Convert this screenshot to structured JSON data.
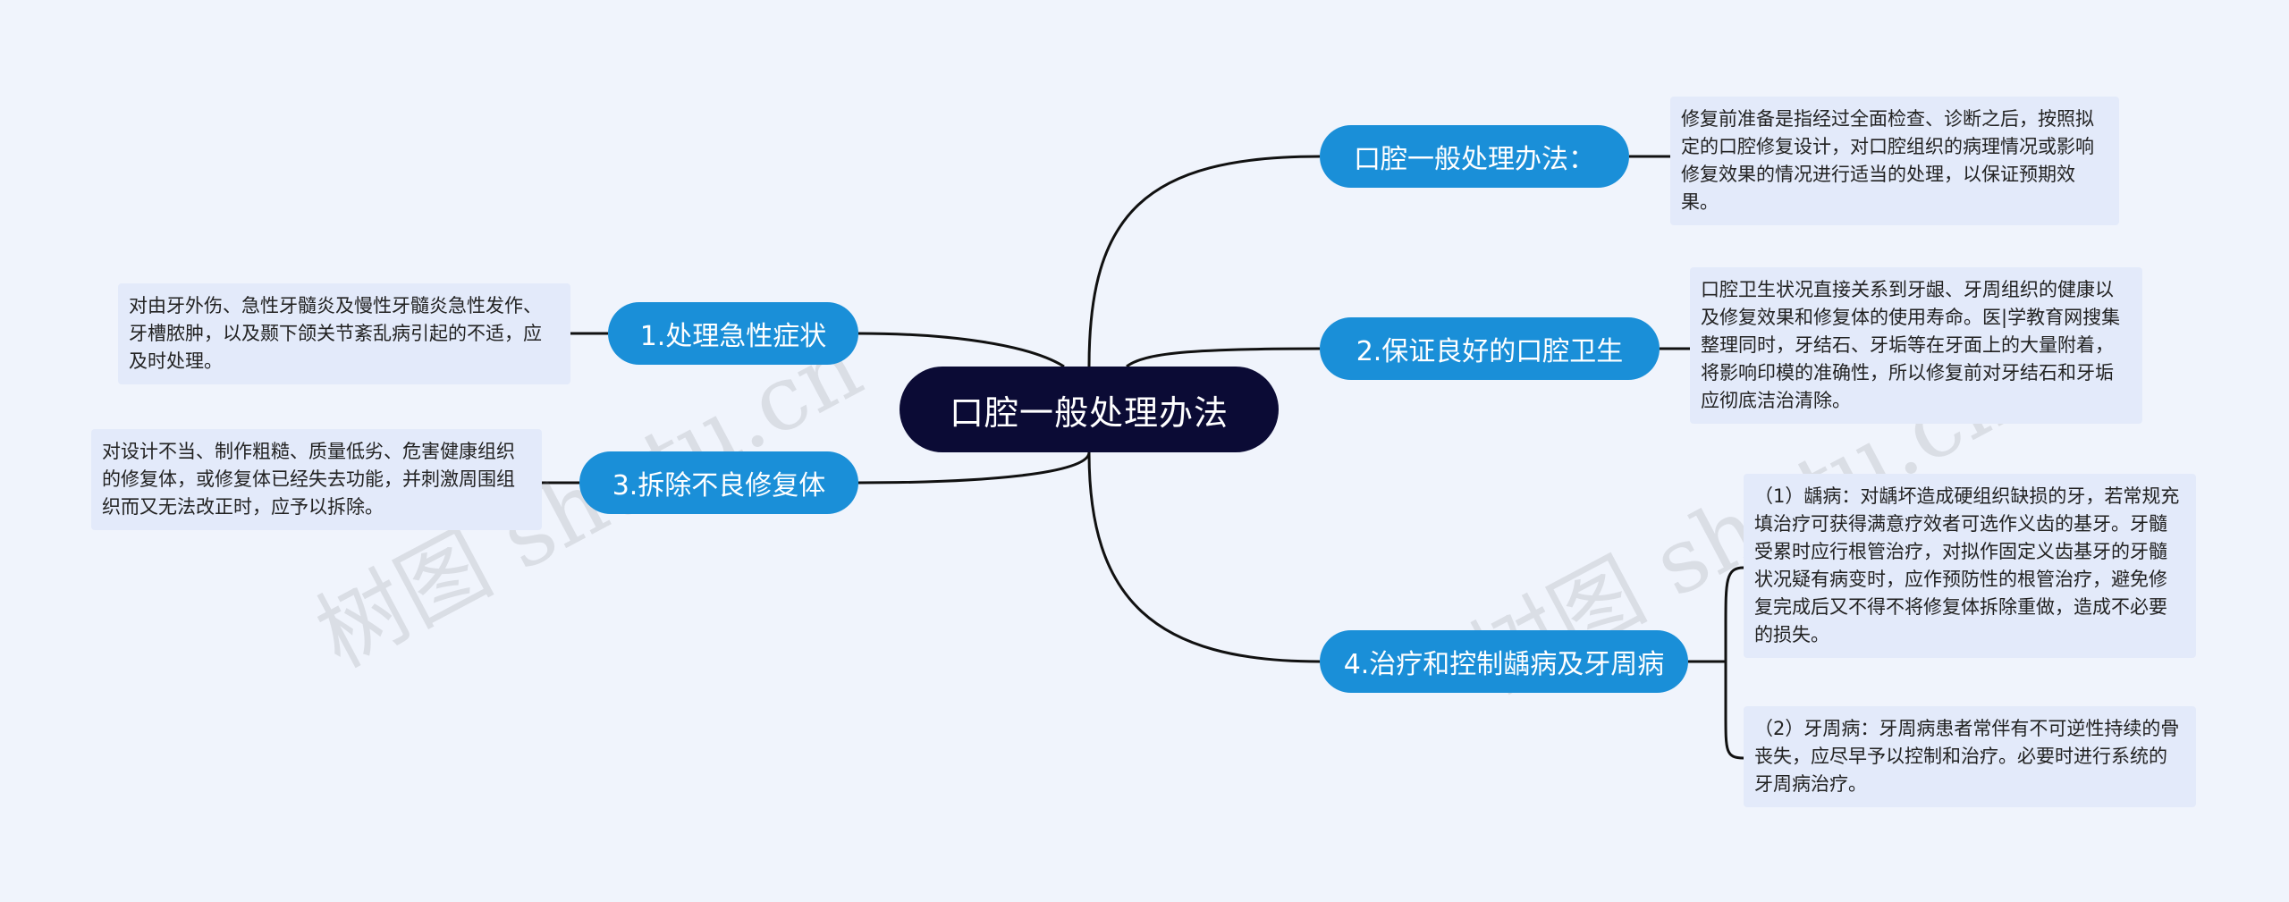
{
  "root": {
    "title": "口腔一般处理办法"
  },
  "branches": {
    "b1": {
      "label": "口腔一般处理办法：",
      "note": "修复前准备是指经过全面检查、诊断之后，按照拟定的口腔修复设计，对口腔组织的病理情况或影响修复效果的情况进行适当的处理，以保证预期效果。"
    },
    "b2": {
      "label": "2.保证良好的口腔卫生",
      "note": "口腔卫生状况直接关系到牙龈、牙周组织的健康以及修复效果和修复体的使用寿命。医|学教育网搜集整理同时，牙结石、牙垢等在牙面上的大量附着，将影响印模的准确性，所以修复前对牙结石和牙垢应彻底洁治清除。"
    },
    "b3": {
      "label": "4.治疗和控制龋病及牙周病",
      "note_a": "（1）龋病：对龋坏造成硬组织缺损的牙，若常规充填治疗可获得满意疗效者可选作义齿的基牙。牙髓受累时应行根管治疗，对拟作固定义齿基牙的牙髓状况疑有病变时，应作预防性的根管治疗，避免修复完成后又不得不将修复体拆除重做，造成不必要的损失。",
      "note_b": "（2）牙周病：牙周病患者常伴有不可逆性持续的骨丧失，应尽早予以控制和治疗。必要时进行系统的牙周病治疗。"
    },
    "b4": {
      "label": "1.处理急性症状",
      "note": "对由牙外伤、急性牙髓炎及慢性牙髓炎急性发作、牙槽脓肿，以及颞下颌关节紊乱病引起的不适，应及时处理。"
    },
    "b5": {
      "label": "3.拆除不良修复体",
      "note": "对设计不当、制作粗糙、质量低劣、危害健康组织的修复体，或修复体已经失去功能，并刺激周围组织而又无法改正时，应予以拆除。"
    }
  },
  "watermarks": {
    "left": "树图 shutu.cn",
    "right": "树图 shutu.cn"
  },
  "colors": {
    "root": "#0b0b35",
    "branch": "#1a8fd8",
    "note": "#e3eafa",
    "background": "#f0f4fc",
    "line": "#111111"
  }
}
